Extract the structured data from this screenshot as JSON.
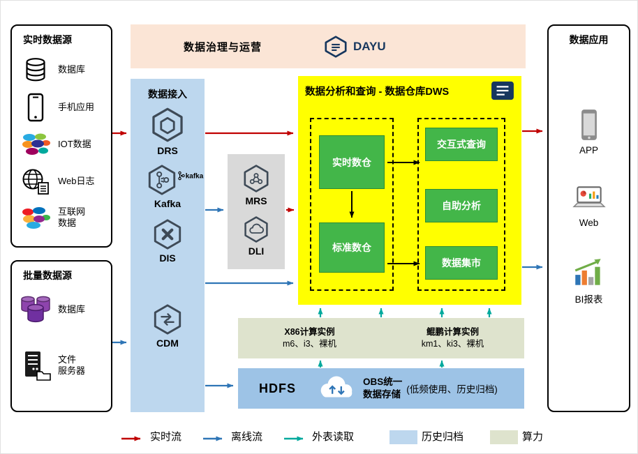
{
  "banner": {
    "title": "数据治理与运营",
    "logo": "DAYU"
  },
  "realtime_sources": {
    "title": "实时数据源",
    "items": [
      {
        "label": "数据库",
        "icon": "database-icon"
      },
      {
        "label": "手机应用",
        "icon": "phone-icon"
      },
      {
        "label": "IOT数据",
        "icon": "iot-icon"
      },
      {
        "label": "Web日志",
        "icon": "web-log-icon"
      },
      {
        "label": "互联网\n数据",
        "icon": "internet-data-icon"
      }
    ]
  },
  "batch_sources": {
    "title": "批量数据源",
    "items": [
      {
        "label": "数据库",
        "icon": "purple-database-icon"
      },
      {
        "label": "文件\n服务器",
        "icon": "file-server-icon"
      }
    ]
  },
  "ingestion": {
    "title": "数据接入",
    "items": [
      {
        "label": "DRS"
      },
      {
        "label": "Kafka",
        "logo": "kafka"
      },
      {
        "label": "DIS"
      },
      {
        "label": "CDM"
      }
    ]
  },
  "processing": {
    "items": [
      {
        "label": "MRS"
      },
      {
        "label": "DLI"
      }
    ]
  },
  "dws": {
    "title": "数据分析和查询 - 数据仓库DWS",
    "warehouses": [
      {
        "label": "实时数仓"
      },
      {
        "label": "标准数仓"
      }
    ],
    "queries": [
      {
        "label": "交互式查询"
      },
      {
        "label": "自助分析"
      },
      {
        "label": "数据集市"
      }
    ]
  },
  "compute": {
    "x86_title": "X86计算实例",
    "x86_spec": "m6、i3、裸机",
    "kunpeng_title": "鲲鹏计算实例",
    "kunpeng_spec": "km1、ki3、裸机"
  },
  "storage": {
    "hdfs": "HDFS",
    "obs_label": "OBS统一\n数据存储",
    "obs_note": "(低频使用、历史归档)"
  },
  "applications": {
    "title": "数据应用",
    "items": [
      {
        "label": "APP",
        "icon": "app-icon"
      },
      {
        "label": "Web",
        "icon": "web-icon"
      },
      {
        "label": "BI报表",
        "icon": "bi-report-icon"
      }
    ]
  },
  "legend": [
    {
      "label": "实时流",
      "type": "arrow",
      "color": "#c00000"
    },
    {
      "label": "离线流",
      "type": "arrow",
      "color": "#2e75b6"
    },
    {
      "label": "外表读取",
      "type": "arrow",
      "color": "#00a99d"
    },
    {
      "label": "历史归档",
      "type": "swatch",
      "color": "#bdd7ee"
    },
    {
      "label": "算力",
      "type": "swatch",
      "color": "#dee3cd"
    }
  ],
  "colors": {
    "banner": "#fbe5d6",
    "ingestion_panel": "#bdd7ee",
    "processing_panel": "#d9d9d9",
    "dws_panel": "#ffff00",
    "green_box": "#43b649",
    "compute_panel": "#dee3cd",
    "storage_panel": "#9dc3e6",
    "realtime_flow": "#c00000",
    "offline_flow": "#2e75b6",
    "external_read": "#00a99d"
  }
}
